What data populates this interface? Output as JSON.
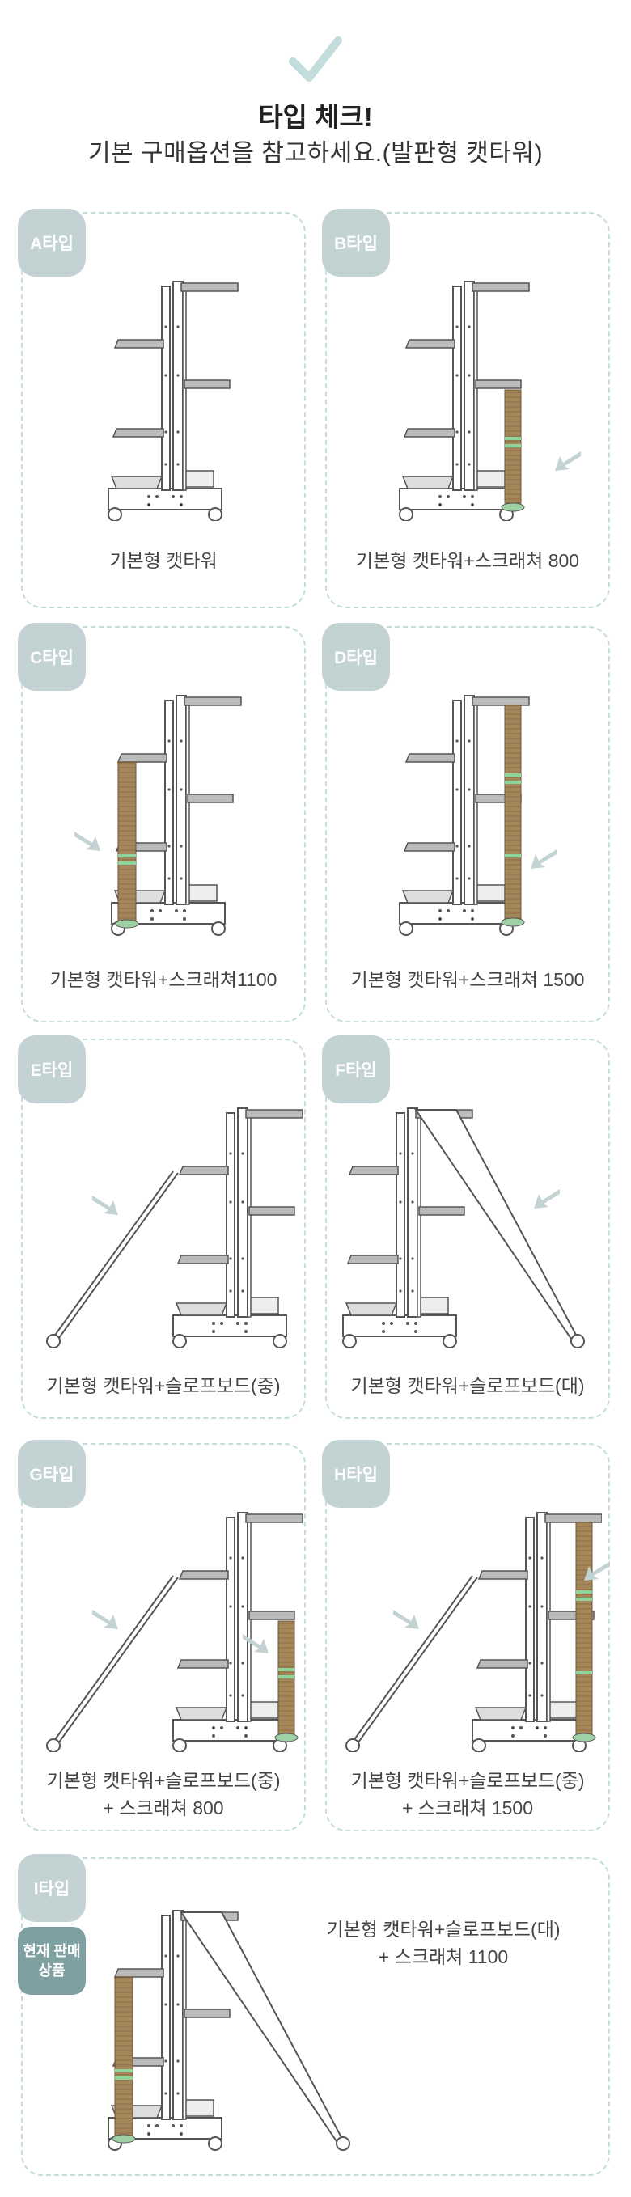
{
  "header": {
    "title": "타입 체크!",
    "subtitle": "기본 구매옵션을 참고하세요.(발판형 캣타워)",
    "icon": "checkmark-icon",
    "accent_color": "#c3dcdc"
  },
  "cards": [
    {
      "badge": "A타입",
      "caption": "기본형 캣타워"
    },
    {
      "badge": "B타입",
      "caption": "기본형 캣타워+스크래쳐 800"
    },
    {
      "badge": "C타입",
      "caption": "기본형 캣타워+스크래쳐1100"
    },
    {
      "badge": "D타입",
      "caption": "기본형 캣타워+스크래쳐 1500"
    },
    {
      "badge": "E타입",
      "caption": "기본형 캣타워+슬로프보드(중)"
    },
    {
      "badge": "F타입",
      "caption": "기본형 캣타워+슬로프보드(대)"
    },
    {
      "badge": "G타입",
      "caption_line1": "기본형 캣타워+슬로프보드(중)",
      "caption_line2": "+ 스크래쳐 800"
    },
    {
      "badge": "H타입",
      "caption_line1": "기본형 캣타워+슬로프보드(중)",
      "caption_line2": "+ 스크래쳐 1500"
    },
    {
      "badge": "I타입",
      "sale_line1": "현재 판매",
      "sale_line2": "상품",
      "caption_line1": "기본형 캣타워+슬로프보드(대)",
      "caption_line2": "+ 스크래쳐 1100"
    }
  ]
}
